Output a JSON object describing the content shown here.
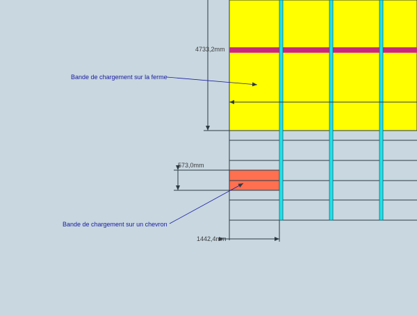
{
  "colors": {
    "background": "#c8d7e0",
    "roof_zone": "#ffff00",
    "rafter": "#22e0e8",
    "rafter_edge": "#0a6f78",
    "truss_band": "#e0308a",
    "chevron_band": "#ff7050",
    "line": "#2c3a44",
    "annotation_text": "#1a1aa0"
  },
  "dimensions": {
    "height_load_band": "4733,2mm",
    "chevron_band_width": "573,0mm",
    "rafter_spacing": "1442,4mm"
  },
  "annotations": {
    "truss_band_label": "Bande de chargement sur la ferme",
    "chevron_band_label": "Bande de chargement sur un chevron"
  }
}
